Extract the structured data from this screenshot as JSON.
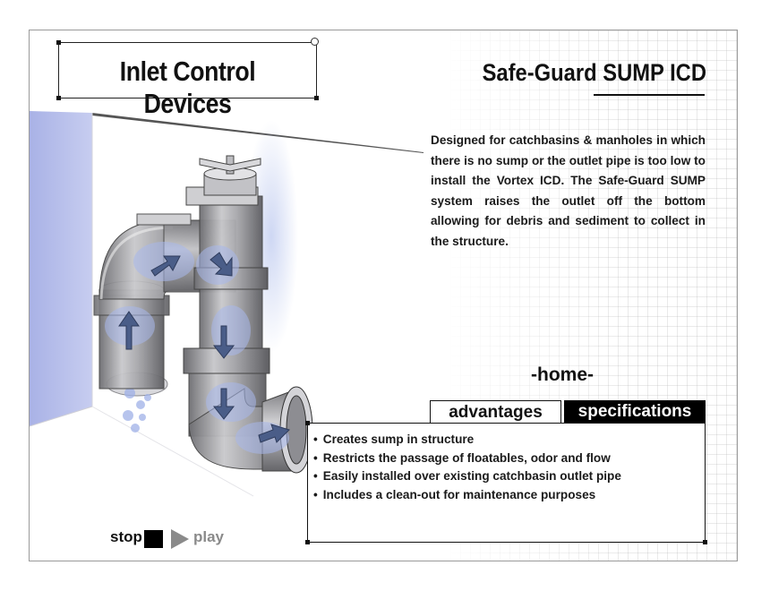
{
  "header": {
    "title": "Inlet Control Devices",
    "product_title": "Safe-Guard SUMP ICD"
  },
  "description": "Designed for catchbasins & manholes in which there is no sump or the outlet pipe is too low to install the Vortex ICD.  The Safe-Guard SUMP system raises the outlet off the bottom allowing for debris and sediment to collect in the structure.",
  "nav": {
    "home_label": "-home-"
  },
  "tabs": [
    {
      "label": "advantages",
      "active": true
    },
    {
      "label": "specifications",
      "active": false
    }
  ],
  "advantages": [
    "Creates sump in structure",
    "Restricts the passage of floatables, odor and flow",
    "Easily installed over existing catchbasin outlet pipe",
    "Includes a clean-out for maintenance purposes"
  ],
  "controls": {
    "stop_label": "stop",
    "play_label": "play"
  },
  "colors": {
    "tab_active_bg": "#ffffff",
    "tab_inactive_bg": "#000000",
    "wall_blue": "#b9c1ea",
    "play_gray": "#8a8a8a"
  },
  "icons": [
    "stop-icon",
    "play-icon",
    "flow-arrow-icon"
  ]
}
